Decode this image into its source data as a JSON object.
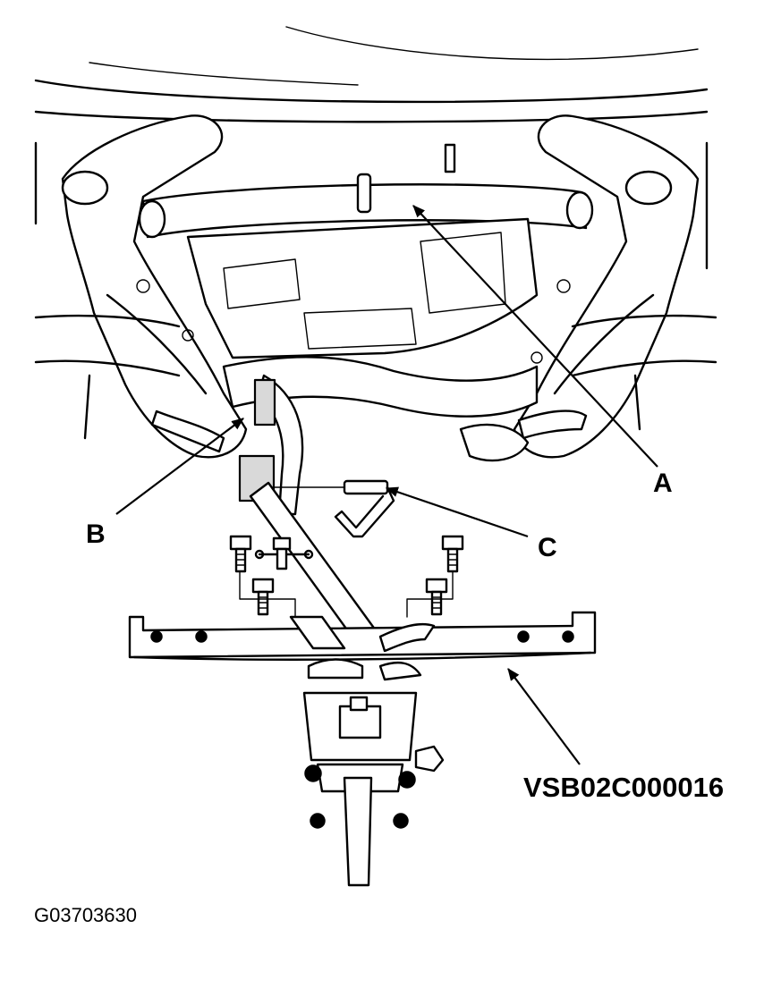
{
  "callouts": {
    "a": "A",
    "b": "B",
    "c": "C"
  },
  "tool_label": "VSB02C000016",
  "figure_id": "G03703630"
}
